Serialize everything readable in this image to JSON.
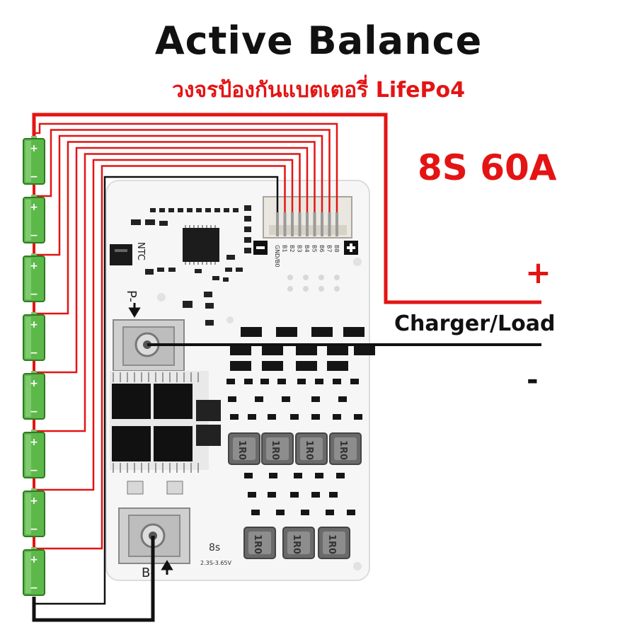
{
  "title": "Active Balance",
  "subtitle": "วงจรป้องกันแบตเตอรี่ LifePo4",
  "spec": "8S 60A",
  "output": {
    "plus": "+",
    "minus": "-",
    "label": "Charger/Load"
  },
  "cells": {
    "count": 8,
    "plus_sign": "+",
    "minus_sign": "−"
  },
  "board": {
    "pminus": "P-",
    "bminus": "B-",
    "ntc": "NTC",
    "model": "8s",
    "voltage": "2.3S-3.65V",
    "pins": [
      "GND/B0",
      "B1",
      "B2",
      "B3",
      "B4",
      "B5",
      "B6",
      "B7",
      "B8"
    ],
    "inductor": "1R0"
  },
  "colors": {
    "red": "#e41414",
    "black": "#111111",
    "cell_green": "#5db84a",
    "board": "#f4f4f4"
  }
}
